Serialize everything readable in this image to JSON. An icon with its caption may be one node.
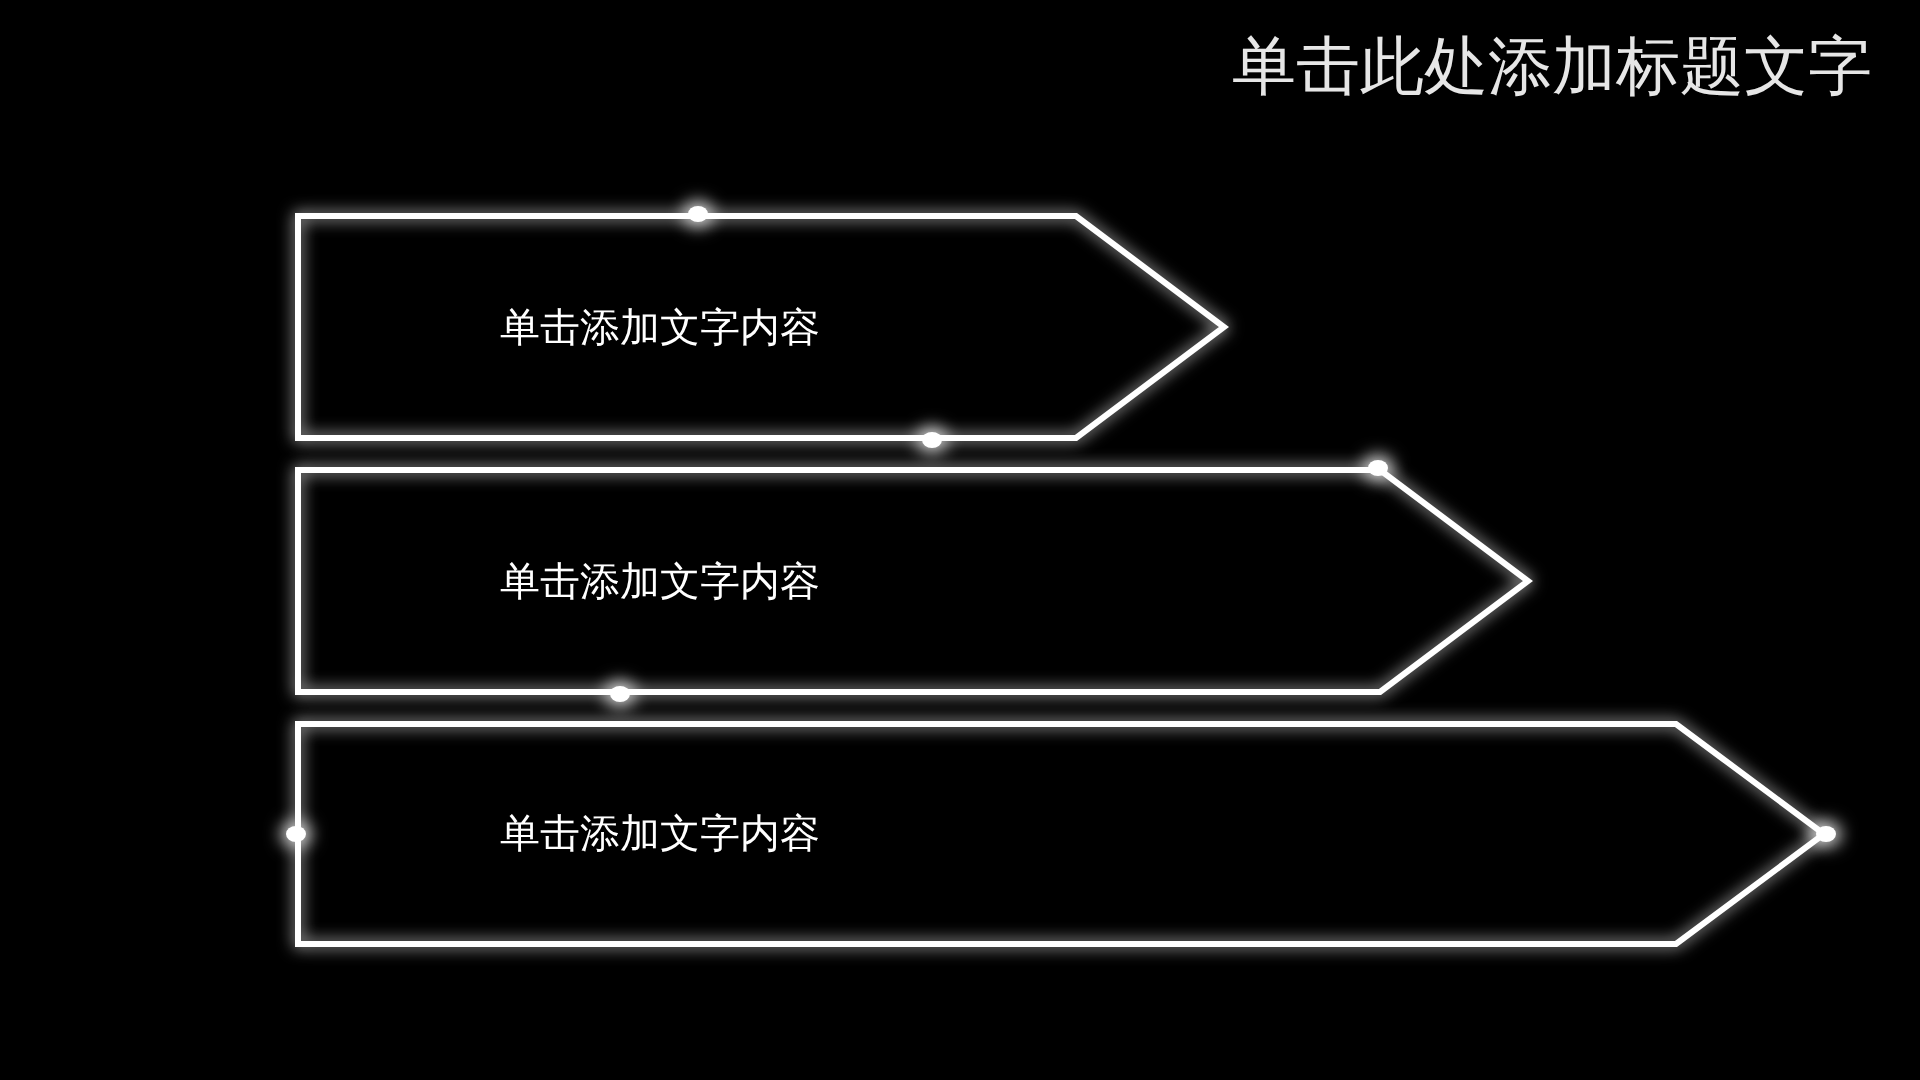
{
  "diagram": {
    "title": "单击此处添加标题文字",
    "nodes": [
      {
        "text": [
          "单击添加文字内容"
        ]
      },
      {
        "text": [
          "单击添加文字内容"
        ]
      },
      {
        "text": [
          "单击添加文字内容"
        ]
      }
    ]
  }
}
